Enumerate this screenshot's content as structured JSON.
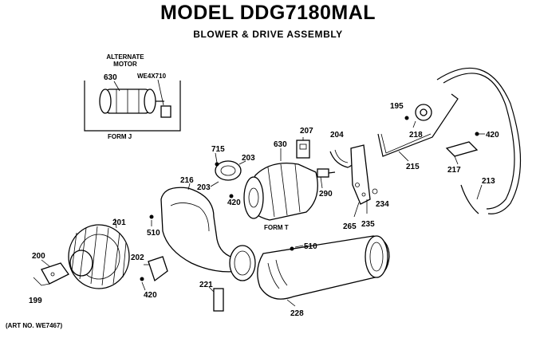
{
  "header": {
    "model_title": "MODEL DDG7180MAL",
    "subtitle": "BLOWER & DRIVE ASSEMBLY"
  },
  "inset": {
    "title_line1": "ALTERNATE",
    "title_line2": "MOTOR",
    "part_630": "630",
    "part_we4x710": "WE4X710",
    "form_label": "FORM J"
  },
  "callouts": {
    "c195": "195",
    "c218": "218",
    "c420_top": "420",
    "c215": "215",
    "c217": "217",
    "c213": "213",
    "c207": "207",
    "c204": "204",
    "c630": "630",
    "c715": "715",
    "c203_top": "203",
    "c203_left": "203",
    "c216": "216",
    "c420_mid": "420",
    "c290": "290",
    "c234": "234",
    "c235": "235",
    "c265": "265",
    "form_t": "FORM T",
    "c201": "201",
    "c510_left": "510",
    "c510_mid": "510",
    "c200": "200",
    "c202": "202",
    "c199": "199",
    "c420_bottom": "420",
    "c221": "221",
    "c228": "228"
  },
  "footer": {
    "art_no": "(ART NO. WE7467)"
  }
}
